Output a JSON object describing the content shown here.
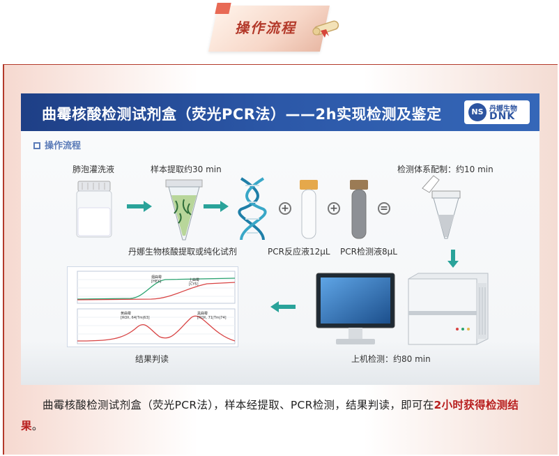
{
  "banner": {
    "title": "操作流程"
  },
  "infographic": {
    "title": "曲霉核酸检测试剂盒（荧光PCR法）——2h实现检测及鉴定",
    "logo": {
      "cn": "丹娜生物",
      "en": "DNK"
    },
    "section_label": "操作流程",
    "steps": {
      "bal": "肺泡灌洗液",
      "extraction": "样本提取约30 min",
      "reagent": "丹娜生物核酸提取或纯化试剂",
      "pcr_reaction": "PCR反应液12μL",
      "pcr_detection": "PCR检测液8μL",
      "system_prep": "检测体系配制：约10 min",
      "result": "结果判读",
      "machine": "上机检测：约80 min"
    },
    "chart_labels": {
      "top_peak_a": "烟曲霉",
      "top_peak_a_sub": "[HEX]",
      "top_peak_b": "土曲霉",
      "top_peak_b_sub": "[CY5]",
      "bot_peak_a": "黄曲霉",
      "bot_peak_a_sub": "[ROX, 64|Tm|63]",
      "bot_peak_b": "黑曲霉",
      "bot_peak_b_sub": "[ROX, 71|Tm|74]"
    },
    "operators": {
      "plus": "+",
      "equals": "="
    }
  },
  "caption": {
    "text": "曲霉核酸检测试剂盒（荧光PCR法），样本经提取、PCR检测，结果判读，即可在",
    "highlight": "2小时获得检测结果",
    "end": "。"
  },
  "colors": {
    "brand_blue": "#2c58a8",
    "accent_red": "#b3392a",
    "teal": "#2aa39a",
    "highlight_red": "#b81e1e"
  }
}
